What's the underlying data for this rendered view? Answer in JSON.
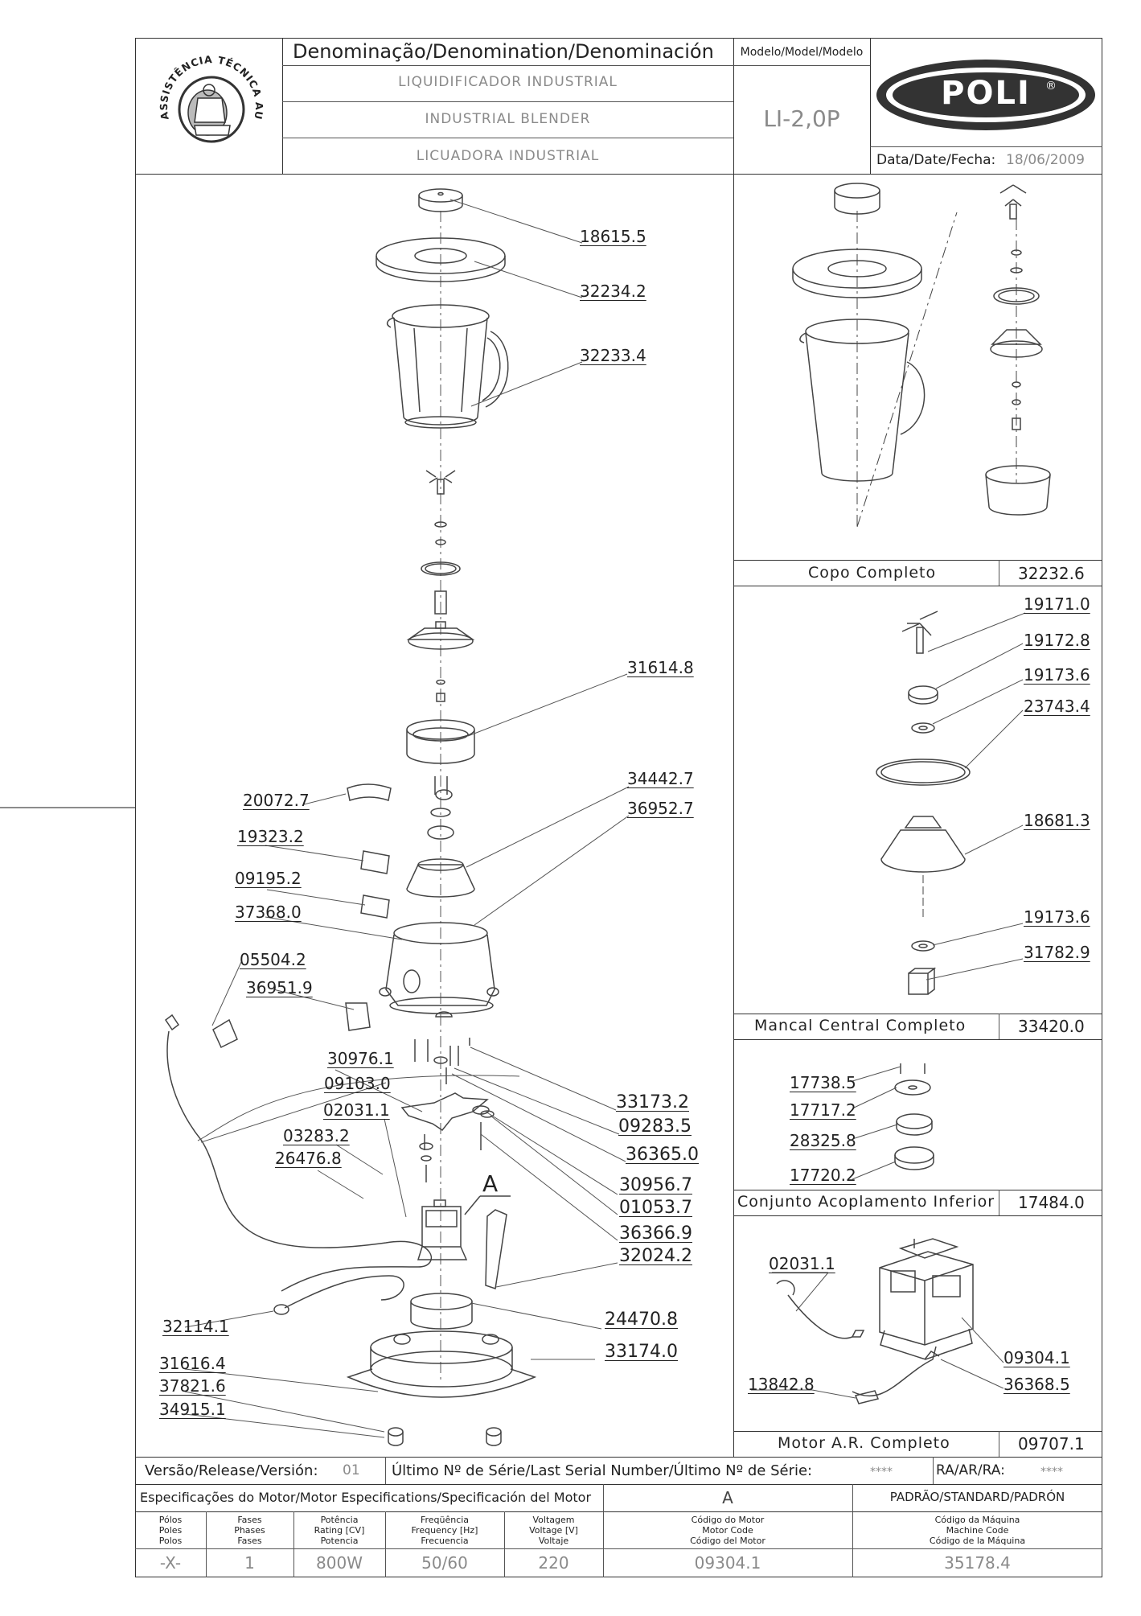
{
  "header": {
    "denomination_label": "Denominação/Denomination/Denominación",
    "names": [
      "LIQUIDIFICADOR INDUSTRIAL",
      "INDUSTRIAL BLENDER",
      "LICUADORA INDUSTRIAL"
    ],
    "model_label": "Modelo/Model/Modelo",
    "model_value": "LI-2,0P",
    "brand": "POLI",
    "registered": "®",
    "date_label": "Data/Date/Fecha:",
    "date_value": "18/06/2009",
    "seal_text": "ASSISTÊNCIA TÉCNICA AUTORIZADA"
  },
  "main_parts": [
    {
      "code": "18615.5"
    },
    {
      "code": "32234.2"
    },
    {
      "code": "32233.4"
    },
    {
      "code": "31614.8"
    },
    {
      "code": "34442.7"
    },
    {
      "code": "36952.7"
    },
    {
      "code": "20072.7"
    },
    {
      "code": "19323.2"
    },
    {
      "code": "09195.2"
    },
    {
      "code": "37368.0"
    },
    {
      "code": "05504.2"
    },
    {
      "code": "36951.9"
    },
    {
      "code": "30976.1"
    },
    {
      "code": "09103.0"
    },
    {
      "code": "02031.1"
    },
    {
      "code": "03283.2"
    },
    {
      "code": "26476.8"
    },
    {
      "code": "33173.2"
    },
    {
      "code": "09283.5"
    },
    {
      "code": "36365.0"
    },
    {
      "code": "30956.7"
    },
    {
      "code": "01053.7"
    },
    {
      "code": "36366.9"
    },
    {
      "code": "32024.2"
    },
    {
      "code": "24470.8"
    },
    {
      "code": "33174.0"
    },
    {
      "code": "32114.1"
    },
    {
      "code": "31616.4"
    },
    {
      "code": "37821.6"
    },
    {
      "code": "34915.1"
    }
  ],
  "detail_A_label": "A",
  "assemblies": [
    {
      "name": "Copo Completo",
      "code": "32232.6",
      "parts": []
    },
    {
      "name": "Mancal Central Completo",
      "code": "33420.0",
      "parts": [
        "19171.0",
        "19172.8",
        "19173.6",
        "23743.4",
        "18681.3",
        "19173.6",
        "31782.9"
      ]
    },
    {
      "name": "Conjunto Acoplamento Inferior",
      "code": "17484.0",
      "parts": [
        "17738.5",
        "17717.2",
        "28325.8",
        "17720.2"
      ]
    },
    {
      "name": "Motor A.R. Completo",
      "code": "09707.1",
      "parts": [
        "02031.1",
        "09304.1",
        "13842.8",
        "36368.5"
      ]
    }
  ],
  "footer": {
    "version_label": "Versão/Release/Versión:",
    "version_value": "01",
    "serial_label": "Último Nº de Série/Last Serial Number/Último Nº de Série:",
    "serial_value": "****",
    "ra_label": "RA/AR/RA:",
    "ra_value": "****",
    "motor_spec_label": "Especificações do Motor/Motor Especifications/Specificación del Motor",
    "motor_spec_value": "A",
    "standard_label": "PADRÃO/STANDARD/PADRÓN",
    "columns": [
      {
        "l1": "Pólos",
        "l2": "Poles",
        "l3": "Polos",
        "value": "-X-"
      },
      {
        "l1": "Fases",
        "l2": "Phases",
        "l3": "Fases",
        "value": "1"
      },
      {
        "l1": "Potência",
        "l2": "Rating [CV]",
        "l3": "Potencia",
        "value": "800W"
      },
      {
        "l1": "Freqüência",
        "l2": "Frequency [Hz]",
        "l3": "Frecuencia",
        "value": "50/60"
      },
      {
        "l1": "Voltagem",
        "l2": "Voltage [V]",
        "l3": "Voltaje",
        "value": "220"
      },
      {
        "l1": "Código do Motor",
        "l2": "Motor Code",
        "l3": "Código del Motor",
        "value": "09304.1"
      },
      {
        "l1": "Código da Máquina",
        "l2": "Machine Code",
        "l3": "Código de la Máquina",
        "value": "35178.4"
      }
    ]
  }
}
